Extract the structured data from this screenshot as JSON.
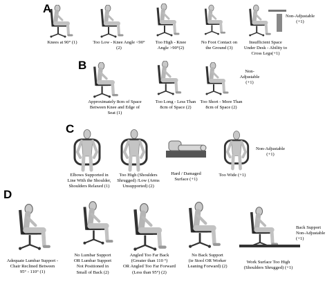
{
  "sections": [
    {
      "letter": "A",
      "non_adjustable": "Non-Adjustable\n(+1)",
      "captions": [
        "Knees at 90° (1)",
        "Too Low - Knee Angle <90°\n(2)",
        "Too High - Knee\nAngle >90°(2)",
        "No Foot Contact on\nthe Ground (3)",
        "Insufficient Space\nUnder Desk - Ability to\nCross Legs(+1)"
      ]
    },
    {
      "letter": "B",
      "non_adjustable": "Non-\nAdjustable\n(+1)",
      "captions": [
        "Approximately 8cm of Space\nBetween Knee and Edge of\nSeat (1)",
        "Too Long - Less Than\n8cm of Space (2)",
        "Too Short - More Than\n8cm of Space (2)"
      ]
    },
    {
      "letter": "C",
      "non_adjustable": "Non-Adjustable\n(+1)",
      "captions": [
        "Elbows Supported in\nLine With the Shoulder,\nShoulders Relaxed  (1)",
        "Too High (Shoulders\nShrugged) /Low (Arms\nUnsupported) (2)",
        "Hard / Damaged\nSurface (+1)",
        "Too Wide (+1)"
      ]
    },
    {
      "letter": "D",
      "non_adjustable": "Back Support\nNon-Adjustable\n(+1)",
      "captions": [
        "Adequate Lumbar Support -\nChair Reclined Between\n95° - 110° (1)",
        "No Lumbar Support\nOR Lumbar Support\nNot Positioned in\nSmall of Back (2)",
        "Angled Too Far Back\n(Greater than 110 °)\nOR Angled Too Far Forward\n(Less than 95°) (2)",
        "No Back Support\n(ie Stool OR Worker\nLeaning Forward) (2)",
        "Work Surface Too High\n(Shoulders Shrugged) (+1)"
      ]
    }
  ]
}
